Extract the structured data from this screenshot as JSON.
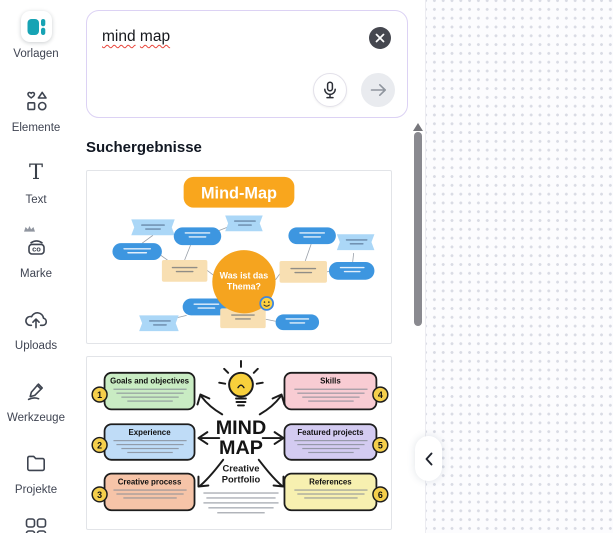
{
  "sidebar": {
    "items": [
      {
        "label": "Vorlagen",
        "active": true
      },
      {
        "label": "Elemente"
      },
      {
        "label": "Text",
        "glyph": "T"
      },
      {
        "label": "Marke",
        "glyph": "co",
        "pro_badge": true
      },
      {
        "label": "Uploads"
      },
      {
        "label": "Werkzeuge"
      },
      {
        "label": "Projekte"
      }
    ]
  },
  "search": {
    "query": "mind map"
  },
  "results": {
    "heading": "Suchergebnisse",
    "template1": {
      "banner": "Mind-Map",
      "center_line1": "Was ist das",
      "center_line2": "Thema?"
    },
    "template2": {
      "title1": "MIND",
      "title2": "MAP",
      "subtitle1": "Creative",
      "subtitle2": "Portfolio",
      "boxes": [
        {
          "num": "1",
          "title": "Goals and objectives",
          "color": "#c9ecc3"
        },
        {
          "num": "2",
          "title": "Experience",
          "color": "#bfdcf7"
        },
        {
          "num": "3",
          "title": "Creative process",
          "color": "#f6c4a8"
        },
        {
          "num": "4",
          "title": "Skills",
          "color": "#f8ccd3"
        },
        {
          "num": "5",
          "title": "Featured projects",
          "color": "#d3cbf1"
        },
        {
          "num": "6",
          "title": "References",
          "color": "#f7f0b0"
        }
      ]
    }
  },
  "colors": {
    "brand_teal": "#17a3b4",
    "banner_orange": "#f9a61d",
    "circle_orange": "#f5a41f",
    "node_blue": "#3d96e0",
    "node_light_blue": "#abd7f7",
    "node_tan": "#f8dfb2",
    "number_yellow": "#f5cf4b",
    "squiggle_red": "#e8443a"
  }
}
